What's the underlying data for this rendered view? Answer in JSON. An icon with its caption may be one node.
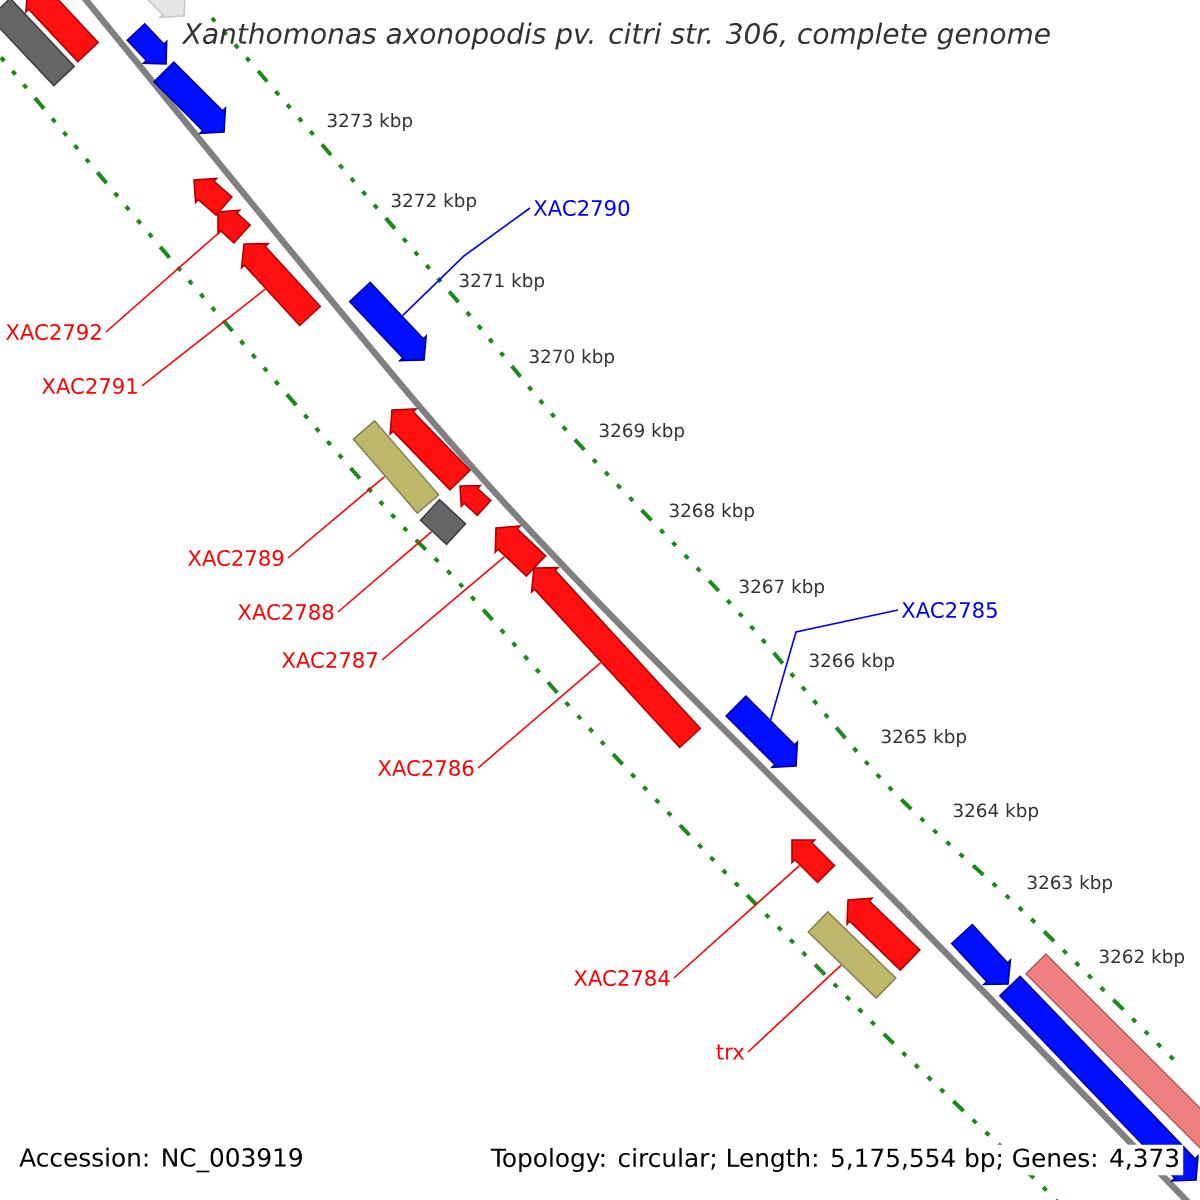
{
  "diagram": {
    "title": "Xanthomonas axonopodis pv. citri str. 306, complete genome",
    "nodes": [
      {
        "text": [
          "XAC2790"
        ]
      },
      {
        "text": [
          "XAC2792"
        ]
      },
      {
        "text": [
          "XAC2791"
        ]
      },
      {
        "text": [
          "XAC2789"
        ]
      },
      {
        "text": [
          "XAC2788"
        ]
      },
      {
        "text": [
          "XAC2787"
        ]
      },
      {
        "text": [
          "XAC2786"
        ]
      },
      {
        "text": [
          "XAC2785"
        ]
      },
      {
        "text": [
          "XAC2784"
        ]
      },
      {
        "text": [
          "trx"
        ]
      },
      {
        "text": [],
        "shape": "box"
      },
      {
        "text": [],
        "shape": "arrow"
      },
      {
        "text": [],
        "shape": "arrow"
      },
      {
        "text": [],
        "shape": "arrow"
      },
      {
        "text": [],
        "shape": "arrow"
      },
      {
        "text": [],
        "shape": "arrow"
      },
      {
        "text": [],
        "shape": "arrow"
      },
      {
        "text": [],
        "shape": "arrow"
      },
      {
        "text": [],
        "shape": "arrow"
      },
      {
        "text": [],
        "shape": "arrow"
      },
      {
        "text": [],
        "shape": "box"
      },
      {
        "text": [],
        "shape": "arrow"
      },
      {
        "text": [],
        "shape": "box"
      },
      {
        "text": [],
        "shape": "arrow"
      },
      {
        "text": [],
        "shape": "arrow"
      },
      {
        "text": [],
        "shape": "arrow"
      },
      {
        "text": [],
        "shape": "arrow"
      },
      {
        "text": [],
        "shape": "arrow"
      },
      {
        "text": [],
        "shape": "box"
      },
      {
        "text": [],
        "shape": "arrow"
      },
      {
        "text": [],
        "shape": "box"
      },
      {
        "text": [],
        "shape": "arrow"
      }
    ],
    "edges": [
      {
        "from": 0,
        "to": 18,
        "arrow": "none",
        "color": "#0000ff"
      },
      {
        "from": 1,
        "to": 16,
        "arrow": "none"
      },
      {
        "from": 2,
        "to": 17,
        "arrow": "none"
      },
      {
        "from": 3,
        "to": 20,
        "arrow": "none"
      },
      {
        "from": 4,
        "to": 22,
        "arrow": "none"
      },
      {
        "from": 5,
        "to": 23,
        "arrow": "none"
      },
      {
        "from": 6,
        "to": 24,
        "arrow": "none"
      },
      {
        "from": 7,
        "to": 25,
        "arrow": "none",
        "color": "#0000ff"
      },
      {
        "from": 8,
        "to": 26,
        "arrow": "none"
      },
      {
        "from": 9,
        "to": 28,
        "arrow": "none"
      }
    ],
    "labels": [
      "3273 kbp",
      "3272 kbp",
      "3271 kbp",
      "3270 kbp",
      "3269 kbp",
      "3268 kbp",
      "3267 kbp",
      "3266 kbp",
      "3265 kbp",
      "3264 kbp",
      "3263 kbp",
      "3262 kbp",
      "Accession: NC_003919",
      "Topology: circular; Length: 5,175,554 bp; Genes: 4,373"
    ]
  }
}
